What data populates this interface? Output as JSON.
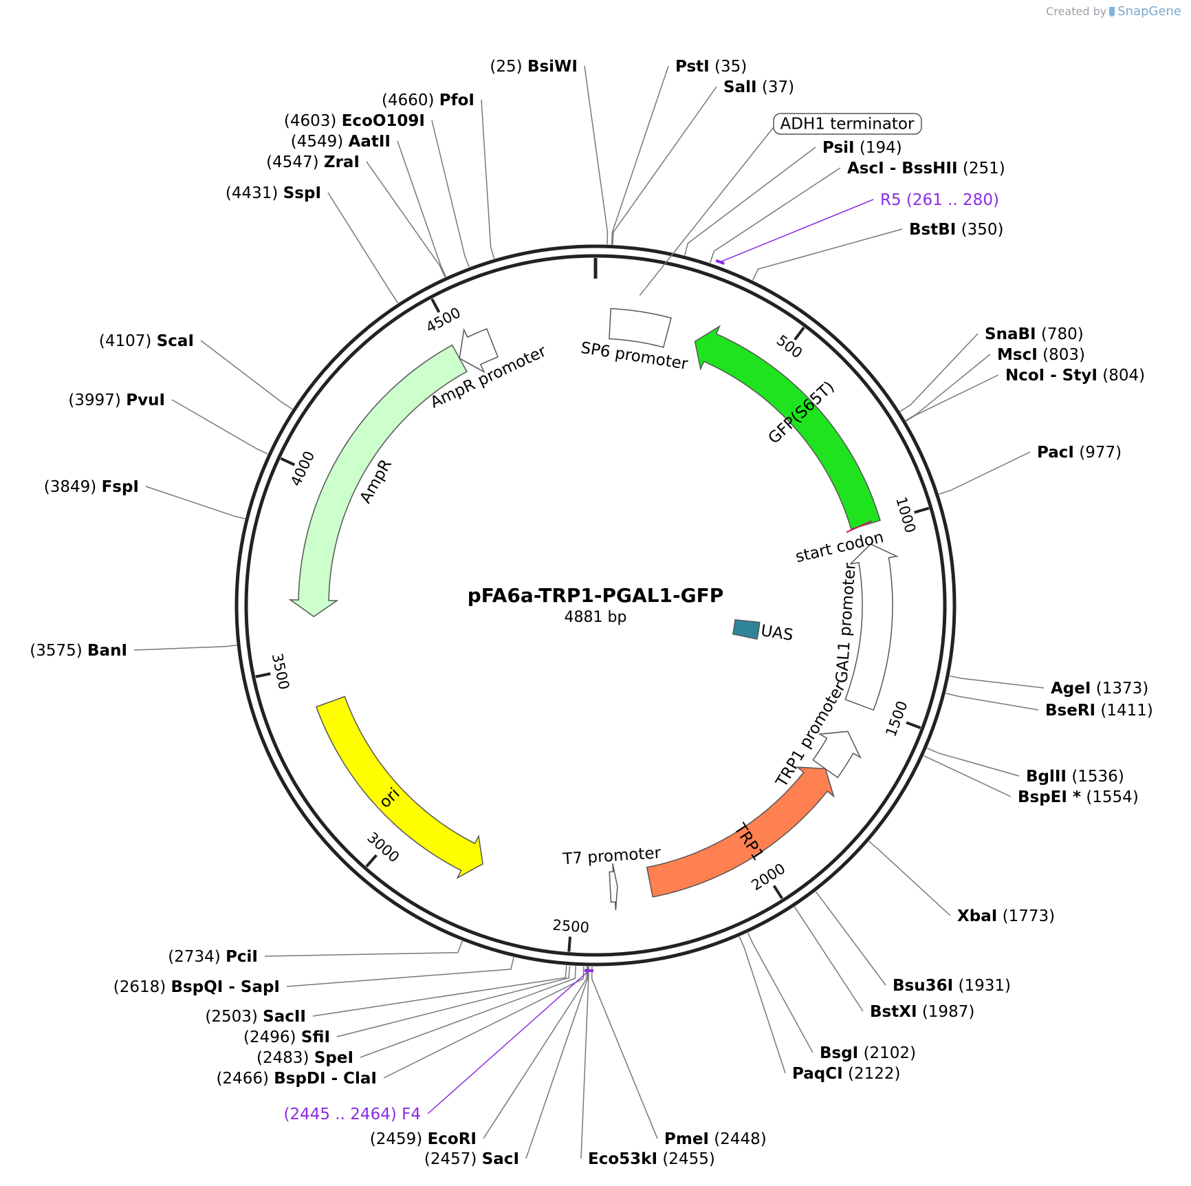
{
  "credit": {
    "prefix": "Created by",
    "brand": "SnapGene"
  },
  "plasmid": {
    "name": "pFA6a-TRP1-PGAL1-GFP",
    "length_label": "4881 bp",
    "length": 4881
  },
  "ticks": [
    {
      "pos": 500,
      "label": "500"
    },
    {
      "pos": 1000,
      "label": "1000"
    },
    {
      "pos": 1500,
      "label": "1500"
    },
    {
      "pos": 2000,
      "label": "2000"
    },
    {
      "pos": 2500,
      "label": "2500"
    },
    {
      "pos": 3000,
      "label": "3000"
    },
    {
      "pos": 3500,
      "label": "3500"
    },
    {
      "pos": 4000,
      "label": "4000"
    },
    {
      "pos": 4500,
      "label": "4500"
    }
  ],
  "features": [
    {
      "name": "GFP(S65T)",
      "label": "GFP(S65T)",
      "start": 280,
      "end": 995,
      "dir": -1,
      "ring": 300,
      "color": "#1ee31e"
    },
    {
      "name": "AmpR",
      "label": "AmpR",
      "start": 3630,
      "end": 4490,
      "dir": -1,
      "ring": 300,
      "color": "#ccffcc"
    },
    {
      "name": "AmpR promoter",
      "label": "AmpR promoter",
      "start": 4490,
      "end": 4590,
      "dir": -1,
      "ring": 300,
      "color": "#ffffff"
    },
    {
      "name": "ori",
      "label": "ori",
      "start": 2760,
      "end": 3390,
      "dir": -1,
      "ring": 300,
      "color": "#ffff00"
    },
    {
      "name": "TRP1",
      "label": "TRP1",
      "start": 1700,
      "end": 2290,
      "dir": -1,
      "ring": 300,
      "color": "#ff8050"
    },
    {
      "name": "TRP1 promoter",
      "label": "TRP1 promoter",
      "start": 1580,
      "end": 1700,
      "dir": -1,
      "ring": 300,
      "color": "#ffffff"
    },
    {
      "name": "GAL1 promoter",
      "label": "GAL1 promoter",
      "start": 1050,
      "end": 1500,
      "dir": -1,
      "ring": 300,
      "color": "#ffffff"
    },
    {
      "name": "SP6 promoter",
      "label": "SP6 promoter",
      "start": 40,
      "end": 200,
      "dir": 0,
      "ring": 300,
      "color": "#ffffff"
    },
    {
      "name": "UAS",
      "label": "UAS",
      "start": 1300,
      "end": 1380,
      "dir": 0,
      "ring": 222,
      "color": "#2e8499"
    },
    {
      "name": "T7 promoter",
      "label": "T7 promoter",
      "start": 2380,
      "end": 2400,
      "dir": -1,
      "ring": 300,
      "color": "#ffffff"
    }
  ],
  "feature_extra_labels": {
    "start_codon": "start codon",
    "adh1_terminator": "ADH1 terminator"
  },
  "sites": [
    {
      "name": "BsiWI",
      "pos_label": "(25)",
      "pos": 25,
      "side": "left"
    },
    {
      "name": "PstI",
      "pos_label": "(35)",
      "pos": 35,
      "side": "right"
    },
    {
      "name": "SalI",
      "pos_label": "(37)",
      "pos": 37,
      "side": "right"
    },
    {
      "name": "PsiI",
      "pos_label": "(194)",
      "pos": 194,
      "side": "right"
    },
    {
      "name": "AscI - BssHII",
      "pos_label": "(251)",
      "pos": 251,
      "side": "right"
    },
    {
      "name": "BstBI",
      "pos_label": "(350)",
      "pos": 350,
      "side": "right"
    },
    {
      "name": "SnaBI",
      "pos_label": "(780)",
      "pos": 780,
      "side": "right"
    },
    {
      "name": "MscI",
      "pos_label": "(803)",
      "pos": 803,
      "side": "right"
    },
    {
      "name": "NcoI - StyI",
      "pos_label": "(804)",
      "pos": 804,
      "side": "right"
    },
    {
      "name": "PacI",
      "pos_label": "(977)",
      "pos": 977,
      "side": "right"
    },
    {
      "name": "AgeI",
      "pos_label": "(1373)",
      "pos": 1373,
      "side": "right"
    },
    {
      "name": "BseRI",
      "pos_label": "(1411)",
      "pos": 1411,
      "side": "right"
    },
    {
      "name": "BglII",
      "pos_label": "(1536)",
      "pos": 1536,
      "side": "right"
    },
    {
      "name": "BspEI *",
      "pos_label": "(1554)",
      "pos": 1554,
      "side": "right",
      "muted": true
    },
    {
      "name": "XbaI",
      "pos_label": "(1773)",
      "pos": 1773,
      "side": "right"
    },
    {
      "name": "Bsu36I",
      "pos_label": "(1931)",
      "pos": 1931,
      "side": "right"
    },
    {
      "name": "BstXI",
      "pos_label": "(1987)",
      "pos": 1987,
      "side": "right"
    },
    {
      "name": "BsgI",
      "pos_label": "(2102)",
      "pos": 2102,
      "side": "right"
    },
    {
      "name": "PaqCI",
      "pos_label": "(2122)",
      "pos": 2122,
      "side": "right"
    },
    {
      "name": "PmeI",
      "pos_label": "(2448)",
      "pos": 2448,
      "side": "right"
    },
    {
      "name": "Eco53kI",
      "pos_label": "(2455)",
      "pos": 2455,
      "side": "right"
    },
    {
      "name": "SacI",
      "pos_label": "(2457)",
      "pos": 2457,
      "side": "left"
    },
    {
      "name": "EcoRI",
      "pos_label": "(2459)",
      "pos": 2459,
      "side": "left"
    },
    {
      "name": "BspDI - ClaI",
      "pos_label": "(2466)",
      "pos": 2466,
      "side": "left"
    },
    {
      "name": "SpeI",
      "pos_label": "(2483)",
      "pos": 2483,
      "side": "left"
    },
    {
      "name": "SfiI",
      "pos_label": "(2496)",
      "pos": 2496,
      "side": "left"
    },
    {
      "name": "SacII",
      "pos_label": "(2503)",
      "pos": 2503,
      "side": "left"
    },
    {
      "name": "BspQI - SapI",
      "pos_label": "(2618)",
      "pos": 2618,
      "side": "left"
    },
    {
      "name": "PciI",
      "pos_label": "(2734)",
      "pos": 2734,
      "side": "left"
    },
    {
      "name": "BanI",
      "pos_label": "(3575)",
      "pos": 3575,
      "side": "left"
    },
    {
      "name": "FspI",
      "pos_label": "(3849)",
      "pos": 3849,
      "side": "left"
    },
    {
      "name": "PvuI",
      "pos_label": "(3997)",
      "pos": 3997,
      "side": "left"
    },
    {
      "name": "ScaI",
      "pos_label": "(4107)",
      "pos": 4107,
      "side": "left"
    },
    {
      "name": "SspI",
      "pos_label": "(4431)",
      "pos": 4431,
      "side": "left"
    },
    {
      "name": "ZraI",
      "pos_label": "(4547)",
      "pos": 4547,
      "side": "left"
    },
    {
      "name": "AatII",
      "pos_label": "(4549)",
      "pos": 4549,
      "side": "left"
    },
    {
      "name": "EcoO109I",
      "pos_label": "(4603)",
      "pos": 4603,
      "side": "left"
    },
    {
      "name": "PfoI",
      "pos_label": "(4660)",
      "pos": 4660,
      "side": "left"
    }
  ],
  "primers": [
    {
      "name": "R5",
      "range_label": "(261 .. 280)",
      "start": 261,
      "end": 280,
      "side": "right"
    },
    {
      "name": "F4",
      "range_label": "(2445 .. 2464)",
      "start": 2445,
      "end": 2464,
      "side": "left"
    }
  ],
  "colors": {
    "backbone": "#222222",
    "leader": "#777777",
    "primer": "#8a2be2",
    "muted": "#888888"
  }
}
